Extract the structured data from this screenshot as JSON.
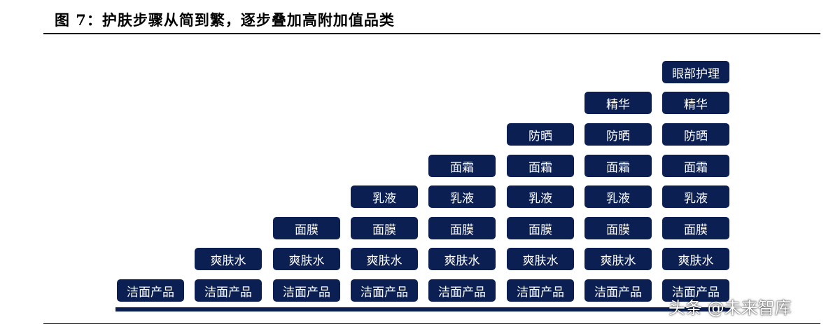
{
  "figure": {
    "title": "图 7：护肤步骤从简到繁，逐步叠加高附加值品类"
  },
  "colors": {
    "block": "#0b1f53",
    "block_text": "#ffffff",
    "baseline": "#0b1f53"
  },
  "steps": [
    "洁面产品",
    "爽肤水",
    "面膜",
    "乳液",
    "面霜",
    "防晒",
    "精华",
    "眼部护理"
  ],
  "watermark": "头条 @未来智库"
}
